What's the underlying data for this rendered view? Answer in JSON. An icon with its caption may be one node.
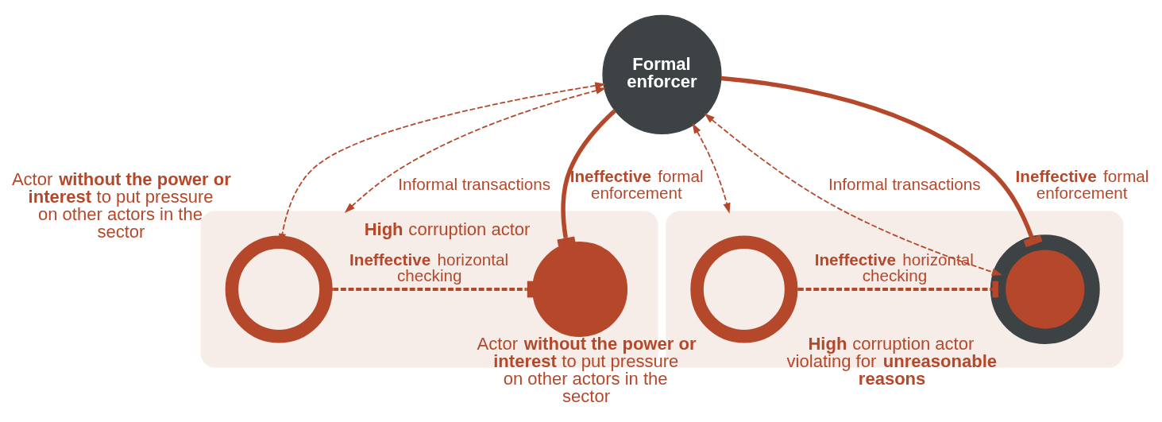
{
  "diagram": {
    "nodes": [
      {
        "text": [
          "Formal enforcer"
        ]
      },
      {
        "text": [],
        "shape": "box"
      },
      {
        "text": [],
        "shape": "circle",
        "in": 1,
        "beside": [
          "Actor **without the power or interest** to put pressure on other actors in the sector"
        ]
      },
      {
        "text": [],
        "shape": "circle",
        "in": 1,
        "beside": [
          "**High** corruption actor"
        ]
      },
      {
        "text": [],
        "shape": "box"
      },
      {
        "text": [],
        "shape": "circle",
        "in": 4,
        "beside": [
          "Actor **without the power or interest** to put pressure on other actors in the sector"
        ]
      },
      {
        "text": [],
        "shape": "circle",
        "in": 4,
        "beside": [
          "**High** corruption actor violating for **unreasonable reasons**"
        ]
      }
    ],
    "edges": [
      {
        "from": 0,
        "to": 2,
        "arrow": "both",
        "style": "dashed"
      },
      {
        "from": 0,
        "to": 6,
        "arrow": "both",
        "style": "dashed",
        "label": "Informal transactions"
      },
      {
        "from": 0,
        "to": 1,
        "arrow": "both",
        "style": "dashed",
        "label": "Informal transactions"
      },
      {
        "from": 0,
        "to": 4,
        "arrow": "both",
        "style": "dashed"
      },
      {
        "from": 0,
        "to": 3,
        "arrow": "other",
        "style": "thick",
        "label": "**Ineffective** formal enforcement"
      },
      {
        "from": 0,
        "to": 6,
        "arrow": "other",
        "style": "thick",
        "label": "**Ineffective** formal enforcement"
      },
      {
        "from": 2,
        "to": 3,
        "arrow": "other",
        "style": "dashed",
        "label": "**Ineffective** horizontal checking"
      },
      {
        "from": 5,
        "to": 6,
        "arrow": "other",
        "style": "dashed",
        "label": "**Ineffective** horizontal checking"
      }
    ]
  }
}
